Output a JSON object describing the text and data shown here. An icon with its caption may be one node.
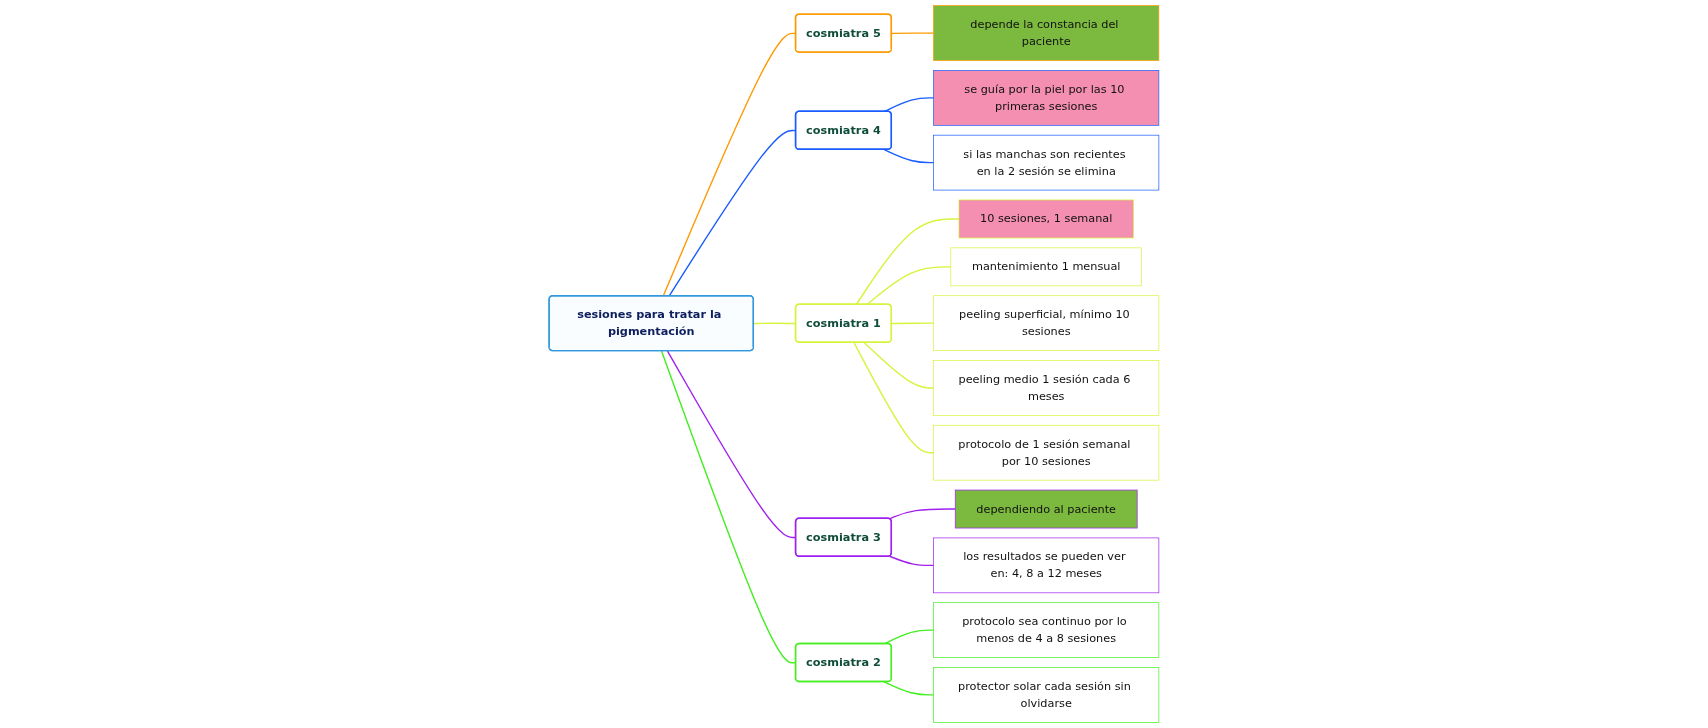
{
  "diagram": {
    "nodes": [
      {
        "text": [
          "sesiones para tratar la pigmentación"
        ]
      },
      {
        "text": [
          "cosmiatra 5"
        ]
      },
      {
        "text": [
          "depende la constancia del paciente"
        ]
      },
      {
        "text": [
          "cosmiatra 4"
        ]
      },
      {
        "text": [
          "se guía por la piel por las 10 primeras sesiones"
        ]
      },
      {
        "text": [
          "si las manchas son recientes en la 2 sesión se elimina"
        ]
      },
      {
        "text": [
          "cosmiatra 1"
        ]
      },
      {
        "text": [
          "10 sesiones, 1 semanal"
        ]
      },
      {
        "text": [
          "mantenimiento 1 mensual"
        ]
      },
      {
        "text": [
          "peeling superficial, mínimo 10 sesiones"
        ]
      },
      {
        "text": [
          "peeling medio 1 sesión cada 6 meses"
        ]
      },
      {
        "text": [
          "protocolo de 1 sesión semanal por 10 sesiones"
        ]
      },
      {
        "text": [
          "cosmiatra 3"
        ]
      },
      {
        "text": [
          "dependiendo al paciente"
        ]
      },
      {
        "text": [
          "los resultados se pueden ver en: 4, 8 a 12 meses"
        ]
      },
      {
        "text": [
          "cosmiatra 2"
        ]
      },
      {
        "text": [
          "protocolo sea continuo por lo menos de 4 a 8 sesiones"
        ]
      },
      {
        "text": [
          "protector solar cada sesión sin olvidarse"
        ]
      }
    ],
    "edges": [
      {
        "from": 0,
        "to": 1,
        "arrow": "none",
        "color": "#ff9900"
      },
      {
        "from": 1,
        "to": 2,
        "arrow": "none",
        "color": "#ff9900"
      },
      {
        "from": 0,
        "to": 3,
        "arrow": "none",
        "color": "#1a5cff"
      },
      {
        "from": 3,
        "to": 4,
        "arrow": "none",
        "color": "#1a5cff"
      },
      {
        "from": 3,
        "to": 5,
        "arrow": "none",
        "color": "#1a5cff"
      },
      {
        "from": 0,
        "to": 6,
        "arrow": "none",
        "color": "#d4f53c"
      },
      {
        "from": 6,
        "to": 7,
        "arrow": "none",
        "color": "#d4f53c"
      },
      {
        "from": 6,
        "to": 8,
        "arrow": "none",
        "color": "#d4f53c"
      },
      {
        "from": 6,
        "to": 9,
        "arrow": "none",
        "color": "#d4f53c"
      },
      {
        "from": 6,
        "to": 10,
        "arrow": "none",
        "color": "#d4f53c"
      },
      {
        "from": 6,
        "to": 11,
        "arrow": "none",
        "color": "#d4f53c"
      },
      {
        "from": 0,
        "to": 12,
        "arrow": "none",
        "color": "#a020f0"
      },
      {
        "from": 12,
        "to": 13,
        "arrow": "none",
        "color": "#a020f0"
      },
      {
        "from": 12,
        "to": 14,
        "arrow": "none",
        "color": "#a020f0"
      },
      {
        "from": 0,
        "to": 15,
        "arrow": "none",
        "color": "#44ee22"
      },
      {
        "from": 15,
        "to": 16,
        "arrow": "none",
        "color": "#44ee22"
      },
      {
        "from": 15,
        "to": 17,
        "arrow": "none",
        "color": "#44ee22"
      }
    ]
  }
}
